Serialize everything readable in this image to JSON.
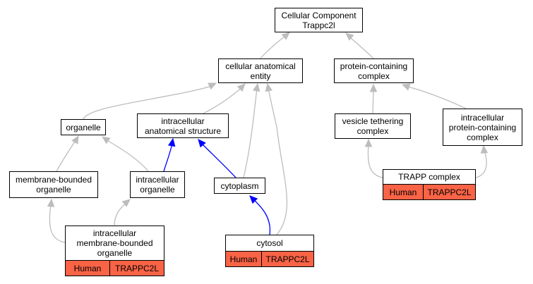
{
  "graph": {
    "nodes": [
      {
        "id": "root",
        "label": "Cellular Component\nTrappc2l"
      },
      {
        "id": "cae",
        "label": "cellular anatomical\nentity"
      },
      {
        "id": "pcc",
        "label": "protein-containing\ncomplex"
      },
      {
        "id": "organelle",
        "label": "organelle"
      },
      {
        "id": "ias",
        "label": "intracellular\nanatomical structure"
      },
      {
        "id": "vtc",
        "label": "vesicle tethering\ncomplex"
      },
      {
        "id": "ipcc",
        "label": "intracellular\nprotein-containing\ncomplex"
      },
      {
        "id": "mbo",
        "label": "membrane-bounded\norganelle"
      },
      {
        "id": "io",
        "label": "intracellular\norganelle"
      },
      {
        "id": "cytoplasm",
        "label": "cytoplasm"
      },
      {
        "id": "trapp",
        "label": "TRAPP complex",
        "species": "Human",
        "gene": "TRAPPC2L"
      },
      {
        "id": "imbo",
        "label": "intracellular\nmembrane-bounded\norganelle",
        "species": "Human",
        "gene": "TRAPPC2L"
      },
      {
        "id": "cytosol",
        "label": "cytosol",
        "species": "Human",
        "gene": "TRAPPC2L"
      }
    ],
    "edges": [
      {
        "from": "cae",
        "to": "root",
        "kind": "is_a"
      },
      {
        "from": "pcc",
        "to": "root",
        "kind": "is_a"
      },
      {
        "from": "organelle",
        "to": "cae",
        "kind": "is_a"
      },
      {
        "from": "ias",
        "to": "cae",
        "kind": "is_a"
      },
      {
        "from": "cytoplasm",
        "to": "cae",
        "kind": "is_a"
      },
      {
        "from": "cytosol",
        "to": "cae",
        "kind": "is_a"
      },
      {
        "from": "vtc",
        "to": "pcc",
        "kind": "is_a"
      },
      {
        "from": "ipcc",
        "to": "pcc",
        "kind": "is_a"
      },
      {
        "from": "mbo",
        "to": "organelle",
        "kind": "is_a"
      },
      {
        "from": "io",
        "to": "organelle",
        "kind": "is_a"
      },
      {
        "from": "io",
        "to": "ias",
        "kind": "part_of"
      },
      {
        "from": "cytoplasm",
        "to": "ias",
        "kind": "part_of"
      },
      {
        "from": "trapp",
        "to": "vtc",
        "kind": "is_a"
      },
      {
        "from": "trapp",
        "to": "ipcc",
        "kind": "is_a"
      },
      {
        "from": "imbo",
        "to": "mbo",
        "kind": "is_a"
      },
      {
        "from": "imbo",
        "to": "io",
        "kind": "is_a"
      },
      {
        "from": "cytosol",
        "to": "cytoplasm",
        "kind": "part_of"
      }
    ],
    "colors": {
      "is_a": "#bdbdbd",
      "part_of": "#0000ff",
      "annotation": "#f96346"
    }
  }
}
